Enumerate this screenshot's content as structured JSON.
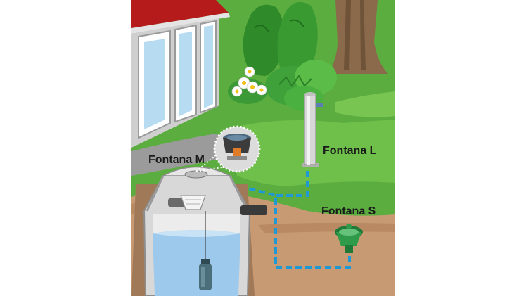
{
  "labels": {
    "fontana_m": "Fontana M",
    "fontana_l": "Fontana L",
    "fontana_s": "Fontana S"
  },
  "colors": {
    "grass": "#5cad3f",
    "soil": "#c79a74",
    "pipe": "#1f98d6",
    "water": "#9dc9ec",
    "roof": "#b51b1b",
    "tank_shell": "#d8d8d8",
    "fountain_green": "#2f9b4a"
  },
  "icons": {
    "house": "house-icon",
    "tree": "tree-icon",
    "flowers": "flower-icon",
    "bush": "bush-icon",
    "tank": "water-tank-icon",
    "pump": "submersible-pump-icon",
    "fountain_l": "garden-column-tap-icon",
    "fountain_s": "ground-hydrant-icon",
    "zoom_detail": "magnify-detail-icon"
  }
}
